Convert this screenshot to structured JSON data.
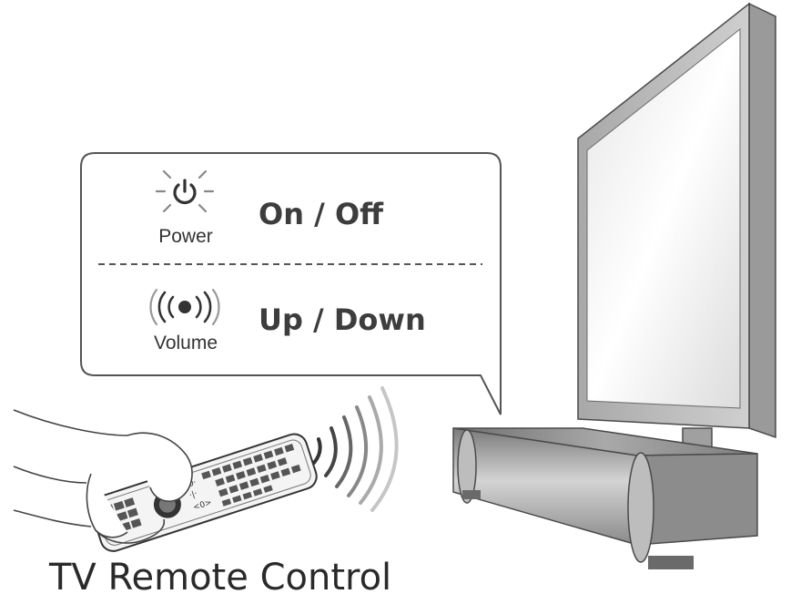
{
  "callout": {
    "power": {
      "icon": "power-icon",
      "label": "Power",
      "action": "On / Off"
    },
    "volume": {
      "icon": "volume-icon",
      "label": "Volume",
      "action": "Up / Down"
    }
  },
  "caption": "TV Remote Control",
  "colors": {
    "outline": "#4a4a4a",
    "tv_frame": "#bdbdbd",
    "tv_screen": "#f2f2f2",
    "text": "#3d3d3d"
  }
}
